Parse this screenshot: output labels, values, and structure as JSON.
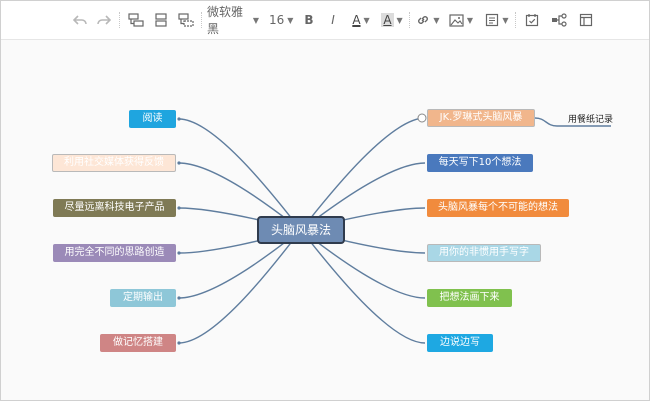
{
  "toolbar": {
    "font_family": "微软雅黑",
    "font_size": "16",
    "bold": "B",
    "italic": "I",
    "font_color_letter": "A",
    "highlight_letter": "A"
  },
  "mindmap": {
    "center": "头脑风暴法",
    "left": [
      {
        "label": "阅读",
        "color": "#1fa5df"
      },
      {
        "label": "利用社交媒体获得反馈",
        "color": "#fde6d6"
      },
      {
        "label": "尽量远离科技电子产品",
        "color": "#7f7a55"
      },
      {
        "label": "用完全不同的思路创造",
        "color": "#9b8ab8"
      },
      {
        "label": "定期输出",
        "color": "#8ec7d8"
      },
      {
        "label": "做记忆搭建",
        "color": "#cf8585"
      }
    ],
    "right": [
      {
        "label": "JK.罗琳式头脑风暴",
        "color": "#f1b68c"
      },
      {
        "label": "每天写下10个想法",
        "color": "#4a79bd"
      },
      {
        "label": "头脑风暴每个不可能的想法",
        "color": "#f18b3d"
      },
      {
        "label": "用你的非惯用手写字",
        "color": "#a9d7e6"
      },
      {
        "label": "把想法画下来",
        "color": "#80c14e"
      },
      {
        "label": "边说边写",
        "color": "#1ea8e2"
      }
    ],
    "note": "用餐纸记录",
    "line_color": "#5f7d9e"
  }
}
